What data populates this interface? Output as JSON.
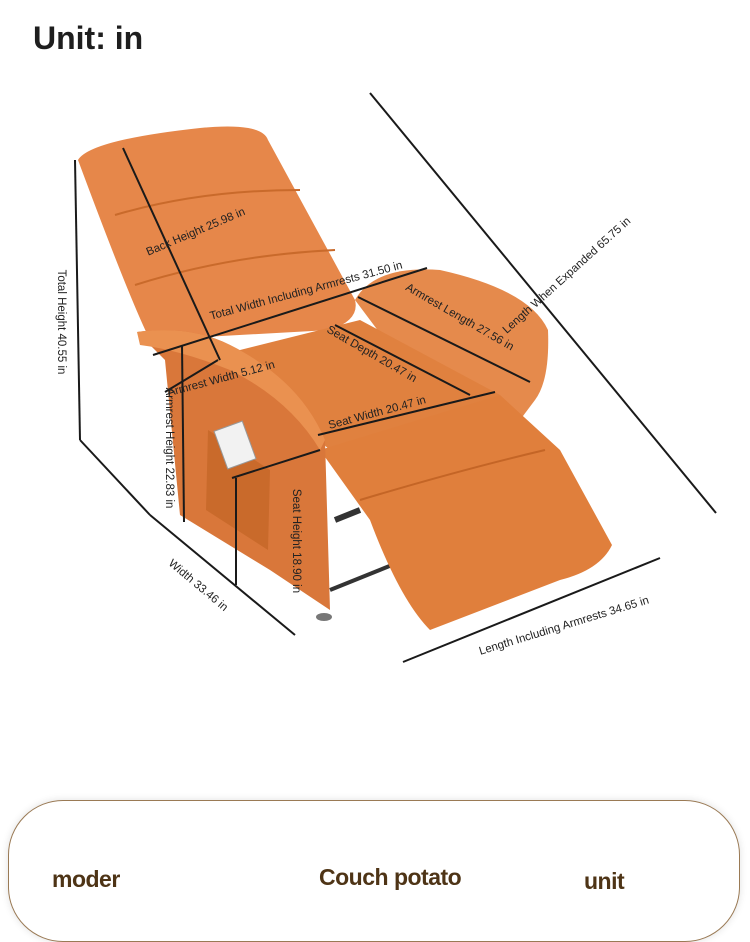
{
  "unit_title": "Unit: in",
  "dimensions": {
    "back_height": "Back Height 25.98 in",
    "total_width": "Total Width Including Armrests 31.50 in",
    "armrest_length": "Armrest Length 27.56 in",
    "length_expanded": "Length When Expanded 65.75 in",
    "total_height": "Total Height 40.55 in",
    "armrest_width": "Armrest Width 5.12 in",
    "seat_depth": "Seat Depth 20.47 in",
    "seat_width": "Seat Width 20.47 in",
    "armrest_height": "Armrest Height 22.83 in",
    "seat_height": "Seat Height 18.90 in",
    "width": "Width 33.46 in",
    "length_incl_armrests": "Length Including Armrests 34.65 in"
  },
  "table_header": {
    "col1": "moder",
    "col2": "Couch potato",
    "col3": "unit"
  },
  "colors": {
    "upholstery": "#e07f3c",
    "header_text": "#4e3416"
  }
}
